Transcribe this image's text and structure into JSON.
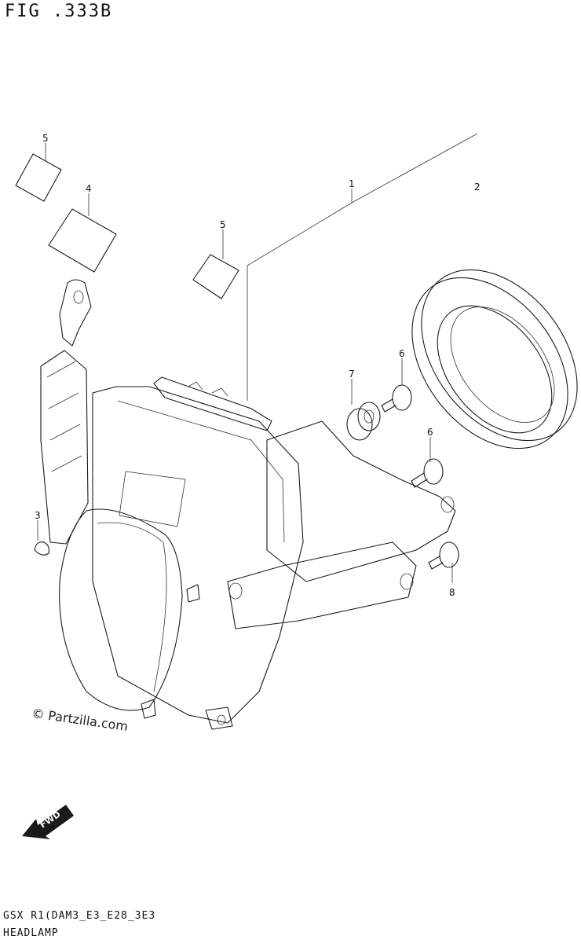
{
  "figure": {
    "title": "FIG .333B",
    "model_code": "GSX R1(DAM3_E3_E28_3E3",
    "section": "HEADLAMP",
    "watermark": "© Partzilla.com",
    "fwd_label": "FWD"
  },
  "callouts": [
    {
      "id": "callout-1",
      "label": "1"
    },
    {
      "id": "callout-2",
      "label": "2"
    },
    {
      "id": "callout-3",
      "label": "3"
    },
    {
      "id": "callout-4",
      "label": "4"
    },
    {
      "id": "callout-5a",
      "label": "5"
    },
    {
      "id": "callout-5b",
      "label": "5"
    },
    {
      "id": "callout-6a",
      "label": "6"
    },
    {
      "id": "callout-6b",
      "label": "6"
    },
    {
      "id": "callout-7",
      "label": "7"
    },
    {
      "id": "callout-8",
      "label": "8"
    }
  ]
}
